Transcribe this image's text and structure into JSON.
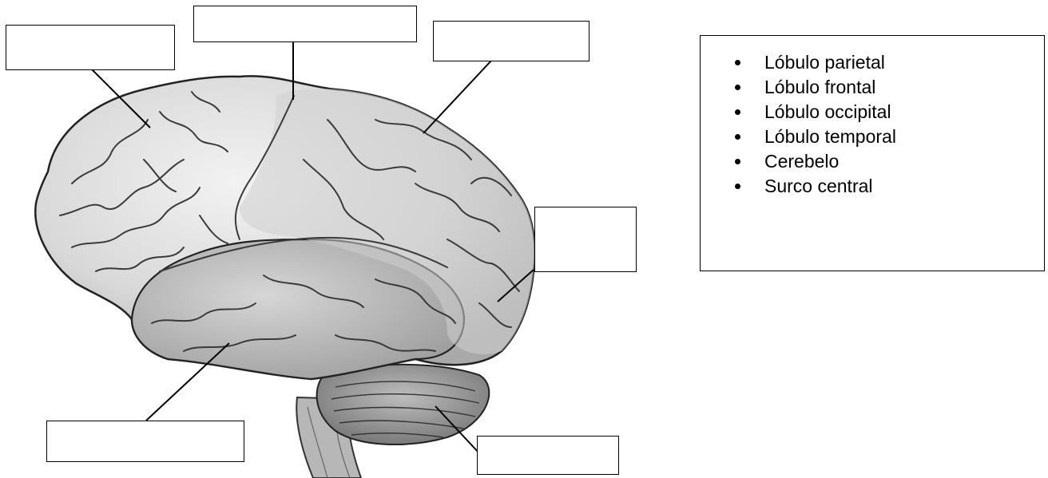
{
  "word_bank": {
    "items": [
      "Lóbulo parietal",
      "Lóbulo frontal",
      "Lóbulo occipital",
      "Lóbulo temporal",
      "Cerebelo",
      "Surco central"
    ]
  },
  "answer_boxes": [
    {
      "id": "frontal",
      "value": ""
    },
    {
      "id": "central",
      "value": ""
    },
    {
      "id": "parietal",
      "value": ""
    },
    {
      "id": "occipital",
      "value": ""
    },
    {
      "id": "temporal",
      "value": ""
    },
    {
      "id": "cerebellum",
      "value": ""
    }
  ],
  "colors": {
    "line": "#000000",
    "brain_light": "#e7e7e7",
    "brain_mid": "#c9c9c9",
    "brain_dark": "#8a8a8a"
  }
}
